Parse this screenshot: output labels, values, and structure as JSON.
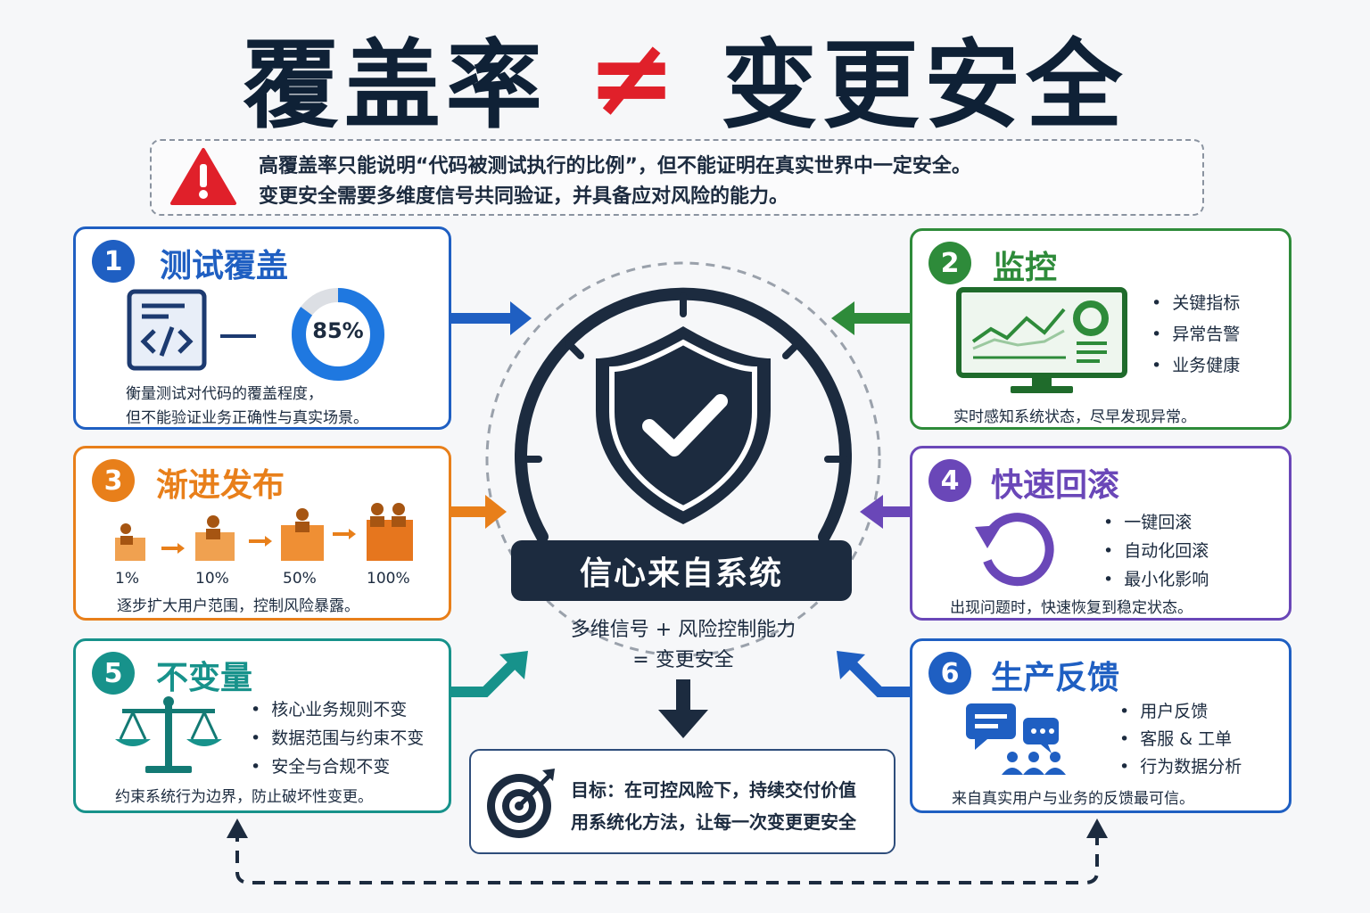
{
  "title": {
    "left": "覆盖率",
    "neq": "≠",
    "right": "变更安全"
  },
  "warning": {
    "line1": "高覆盖率只能说明“代码被测试执行的比例”，但不能证明在真实世界中一定安全。",
    "line2": "变更安全需要多维度信号共同验证，并具备应对风险的能力。"
  },
  "colors": {
    "blue": "#1f5fc2",
    "green": "#2e8b3a",
    "orange": "#e87f1a",
    "purple": "#6a47b8",
    "teal": "#17928b",
    "navy": "#1c2b3f",
    "red": "#e0202a"
  },
  "cards": {
    "test": {
      "number": "1",
      "title": "测试覆盖",
      "percent": "85%",
      "percent_value": 0.85,
      "desc1": "衡量测试对代码的覆盖程度，",
      "desc2": "但不能验证业务正确性与真实场景。"
    },
    "monitor": {
      "number": "2",
      "title": "监控",
      "bullets": [
        "关键指标",
        "异常告警",
        "业务健康"
      ],
      "desc": "实时感知系统状态，尽早发现异常。"
    },
    "rollout": {
      "number": "3",
      "title": "渐进发布",
      "stages": [
        "1%",
        "10%",
        "50%",
        "100%"
      ],
      "desc": "逐步扩大用户范围，控制风险暴露。"
    },
    "rollback": {
      "number": "4",
      "title": "快速回滚",
      "bullets": [
        "一键回滚",
        "自动化回滚",
        "最小化影响"
      ],
      "desc": "出现问题时，快速恢复到稳定状态。"
    },
    "invariant": {
      "number": "5",
      "title": "不变量",
      "bullets": [
        "核心业务规则不变",
        "数据范围与约束不变",
        "安全与合规不变"
      ],
      "desc": "约束系统行为边界，防止破坏性变更。"
    },
    "feedback": {
      "number": "6",
      "title": "生产反馈",
      "bullets": [
        "用户反馈",
        "客服 & 工单",
        "行为数据分析"
      ],
      "desc": "来自真实用户与业务的反馈最可信。"
    }
  },
  "center": {
    "label": "信心来自系统",
    "formula1": "多维信号 + 风险控制能力",
    "formula2": "= 变更安全"
  },
  "goal": {
    "line1": "目标：在可控风险下，持续交付价值",
    "line2": "用系统化方法，让每一次变更更安全"
  },
  "icons": {
    "warning": "warning-triangle-icon",
    "code": "code-document-icon",
    "shield": "shield-check-icon",
    "monitor": "monitor-chart-icon",
    "rollback": "refresh-arrow-icon",
    "scale": "balance-scale-icon",
    "chat": "chat-users-icon",
    "target": "target-icon"
  }
}
